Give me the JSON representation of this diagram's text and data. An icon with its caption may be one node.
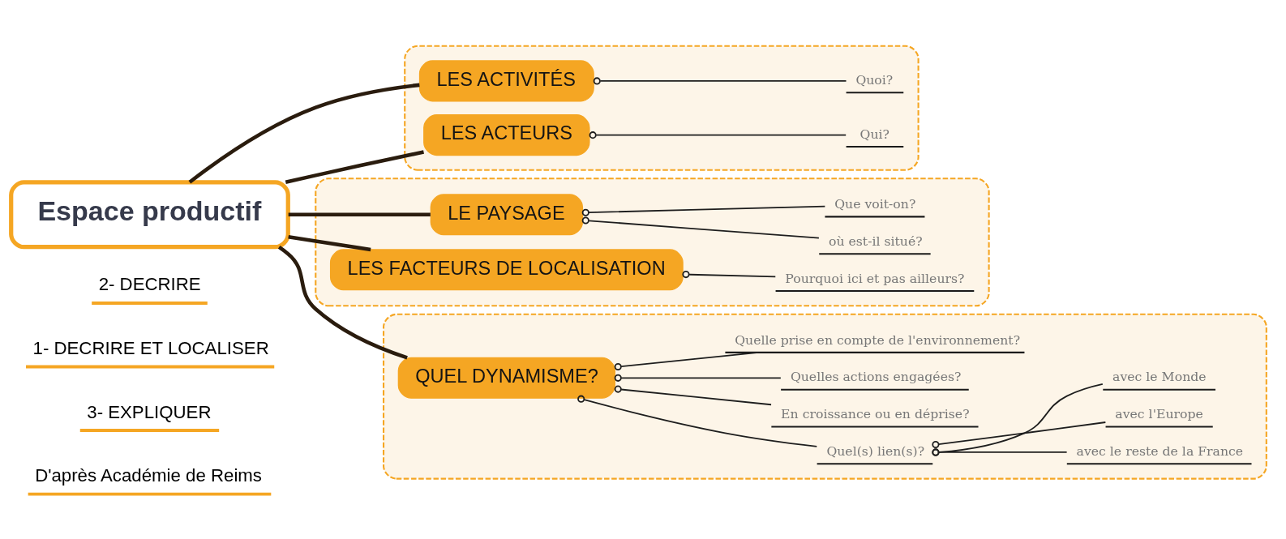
{
  "diagram": {
    "nodes": [
      {
        "text": [],
        "shape": "box"
      },
      {
        "text": [
          "Quoi?"
        ],
        "in": 0
      },
      {
        "text": [
          "LES ACTIVITÉS"
        ],
        "in": 0
      },
      {
        "text": [
          "Qui?"
        ],
        "in": 0
      },
      {
        "text": [
          "LES ACTEURS"
        ],
        "in": 0
      },
      {
        "text": [
          "Espace productif"
        ]
      },
      {
        "text": [],
        "shape": "box"
      },
      {
        "text": [
          "LE PAYSAGE"
        ],
        "in": 6
      },
      {
        "text": [
          "où est-il situé?"
        ],
        "in": 6
      },
      {
        "text": [
          "Que voit-on?"
        ],
        "in": 6
      },
      {
        "text": [
          "LES FACTEURS DE LOCALISATION"
        ],
        "in": 6
      },
      {
        "text": [
          "Pourquoi ici et pas ailleurs?"
        ],
        "in": 6
      },
      {
        "text": [],
        "shape": "box"
      },
      {
        "text": [
          "avec le reste de la France"
        ],
        "in": 12
      },
      {
        "text": [
          "avec l'Europe"
        ],
        "in": 12
      },
      {
        "text": [
          "avec le Monde"
        ],
        "in": 12
      },
      {
        "text": [
          "Quel(s) lien(s)?"
        ],
        "in": 12
      },
      {
        "text": [
          "En croissance ou en déprise?"
        ],
        "in": 12
      },
      {
        "text": [
          "Quelles actions engagées?"
        ],
        "in": 12
      },
      {
        "text": [
          "Quelle prise en compte de l'environnement?"
        ],
        "in": 12
      },
      {
        "text": [
          "QUEL DYNAMISME?"
        ],
        "in": 12
      }
    ],
    "edges": [
      {
        "from": 5,
        "to": 2,
        "arrow": "none",
        "style": "thick"
      },
      {
        "from": 5,
        "to": 4,
        "arrow": "none",
        "style": "thick"
      },
      {
        "from": 5,
        "to": 20,
        "arrow": "none",
        "style": "thick"
      },
      {
        "from": 5,
        "to": 7,
        "arrow": "none",
        "style": "thick"
      },
      {
        "from": 5,
        "to": 10,
        "arrow": "none",
        "style": "thick"
      },
      {
        "from": 2,
        "to": 1,
        "arrow": "other"
      },
      {
        "from": 4,
        "to": 3,
        "arrow": "other"
      },
      {
        "from": 7,
        "to": 8,
        "arrow": "other"
      },
      {
        "from": 7,
        "to": 9,
        "arrow": "other"
      },
      {
        "from": 10,
        "to": 11,
        "arrow": "other"
      },
      {
        "from": 20,
        "to": 16,
        "arrow": "other"
      },
      {
        "from": 20,
        "to": 17,
        "arrow": "other"
      },
      {
        "from": 20,
        "to": 18,
        "arrow": "other"
      },
      {
        "from": 20,
        "to": 19,
        "arrow": "other"
      },
      {
        "from": 16,
        "to": 13,
        "arrow": "other"
      },
      {
        "from": 16,
        "to": 14,
        "arrow": "other"
      },
      {
        "from": 16,
        "to": 15,
        "arrow": "other"
      }
    ],
    "labels": [
      "2- DECRIRE",
      "1- DECRIRE ET LOCALISER",
      "3- EXPLIQUER",
      "D'après Académie de Reims"
    ]
  }
}
